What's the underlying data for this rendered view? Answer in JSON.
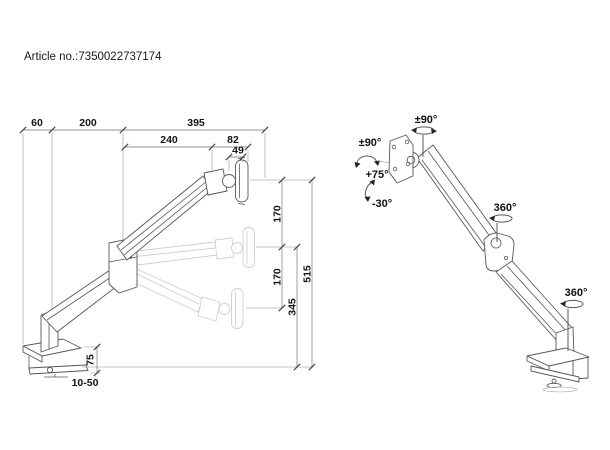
{
  "article": {
    "label": "Article no.:7350022737174"
  },
  "left_view": {
    "dims_top": {
      "d60": "60",
      "d200": "200",
      "d395": "395",
      "d240": "240",
      "d82": "82",
      "d49": "49"
    },
    "dims_right": {
      "d170a": "170",
      "d170b": "170",
      "d345": "345",
      "d515": "515"
    },
    "dims_base": {
      "d75": "75",
      "desk_thickness": "10-50"
    }
  },
  "right_view": {
    "angles": {
      "pan_top": "±90°",
      "rotate_head": "±90°",
      "tilt_up": "+75°",
      "tilt_down": "-30°",
      "swivel_elbow": "360°",
      "swivel_base": "360°"
    }
  },
  "colors": {
    "line": "#55585b",
    "ghost": "#ccd1d4",
    "dimension": "#6a6d70",
    "text": "#141414",
    "background": "#ffffff"
  }
}
